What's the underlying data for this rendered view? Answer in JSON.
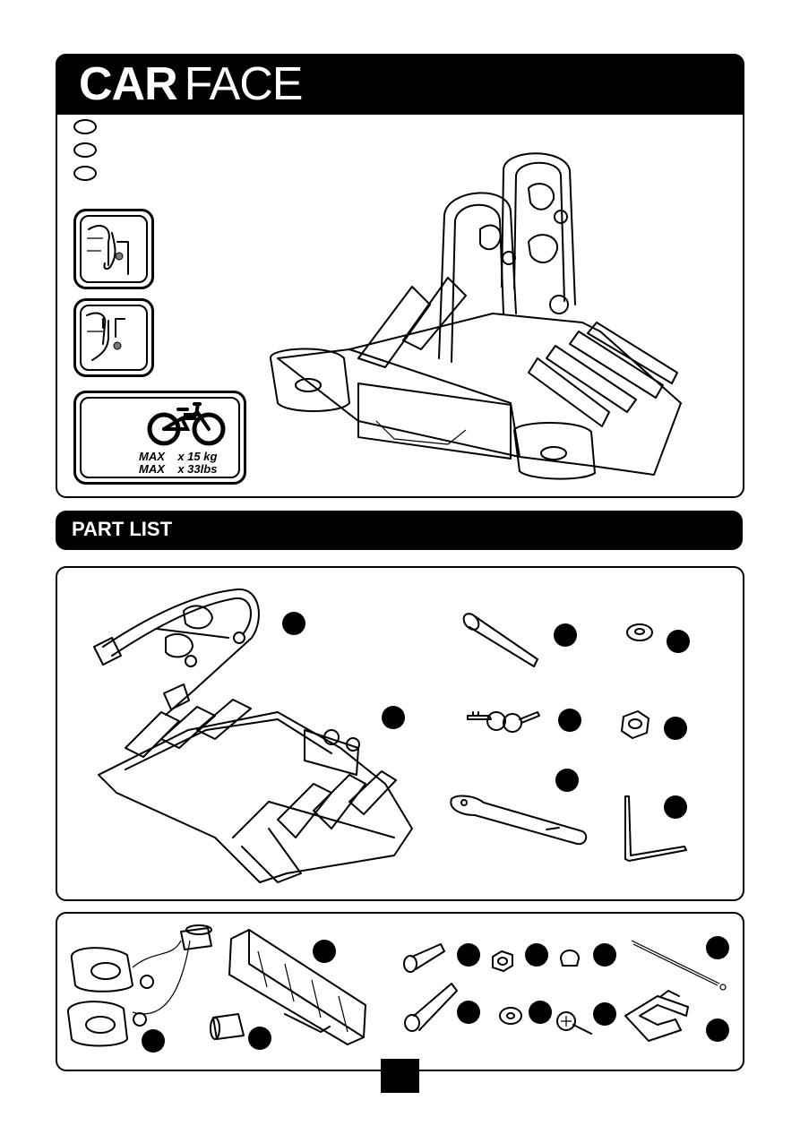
{
  "header": {
    "brand_bold": "CAR",
    "brand_regular": "FACE"
  },
  "capacity": {
    "line1_label": "MAX",
    "line1_value": "x 15 kg",
    "line2_label": "MAX",
    "line2_value": "x 33lbs"
  },
  "part_list": {
    "title": "PART LIST"
  }
}
